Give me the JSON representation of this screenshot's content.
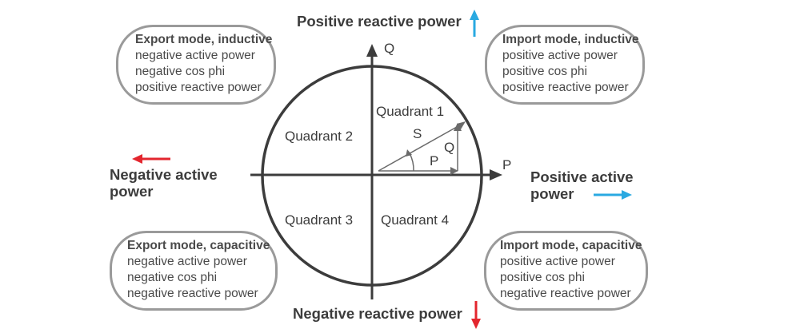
{
  "headings": {
    "positive_reactive": "Positive reactive power",
    "negative_reactive": "Negative reactive power",
    "negative_active_line1": "Negative active",
    "negative_active_line2": "power",
    "positive_active_line1": "Positive active",
    "positive_active_line2": "power"
  },
  "axes": {
    "q": "Q",
    "p": "P"
  },
  "quadrants": {
    "q1": "Quadrant 1",
    "q2": "Quadrant 2",
    "q3": "Quadrant 3",
    "q4": "Quadrant 4"
  },
  "vector_labels": {
    "s": "S",
    "q": "Q",
    "p": "P"
  },
  "boxes": {
    "export_inductive": {
      "title": "Export mode, inductive",
      "lines": [
        "negative active power",
        "negative cos phi",
        "positive reactive power"
      ]
    },
    "import_inductive": {
      "title": "Import mode, inductive",
      "lines": [
        "positive active power",
        "positive cos phi",
        "positive reactive power"
      ]
    },
    "export_capacitive": {
      "title": "Export mode, capacitive",
      "lines": [
        "negative active power",
        "negative cos phi",
        "negative reactive power"
      ]
    },
    "import_capacitive": {
      "title": "Import mode, capacitive",
      "lines": [
        "positive active power",
        "positive cos phi",
        "negative reactive power"
      ]
    }
  },
  "colors": {
    "blue_arrow": "#29a9e1",
    "red_arrow": "#e3262e",
    "line": "#3c3c3c",
    "box_border": "#9a9a9a"
  }
}
